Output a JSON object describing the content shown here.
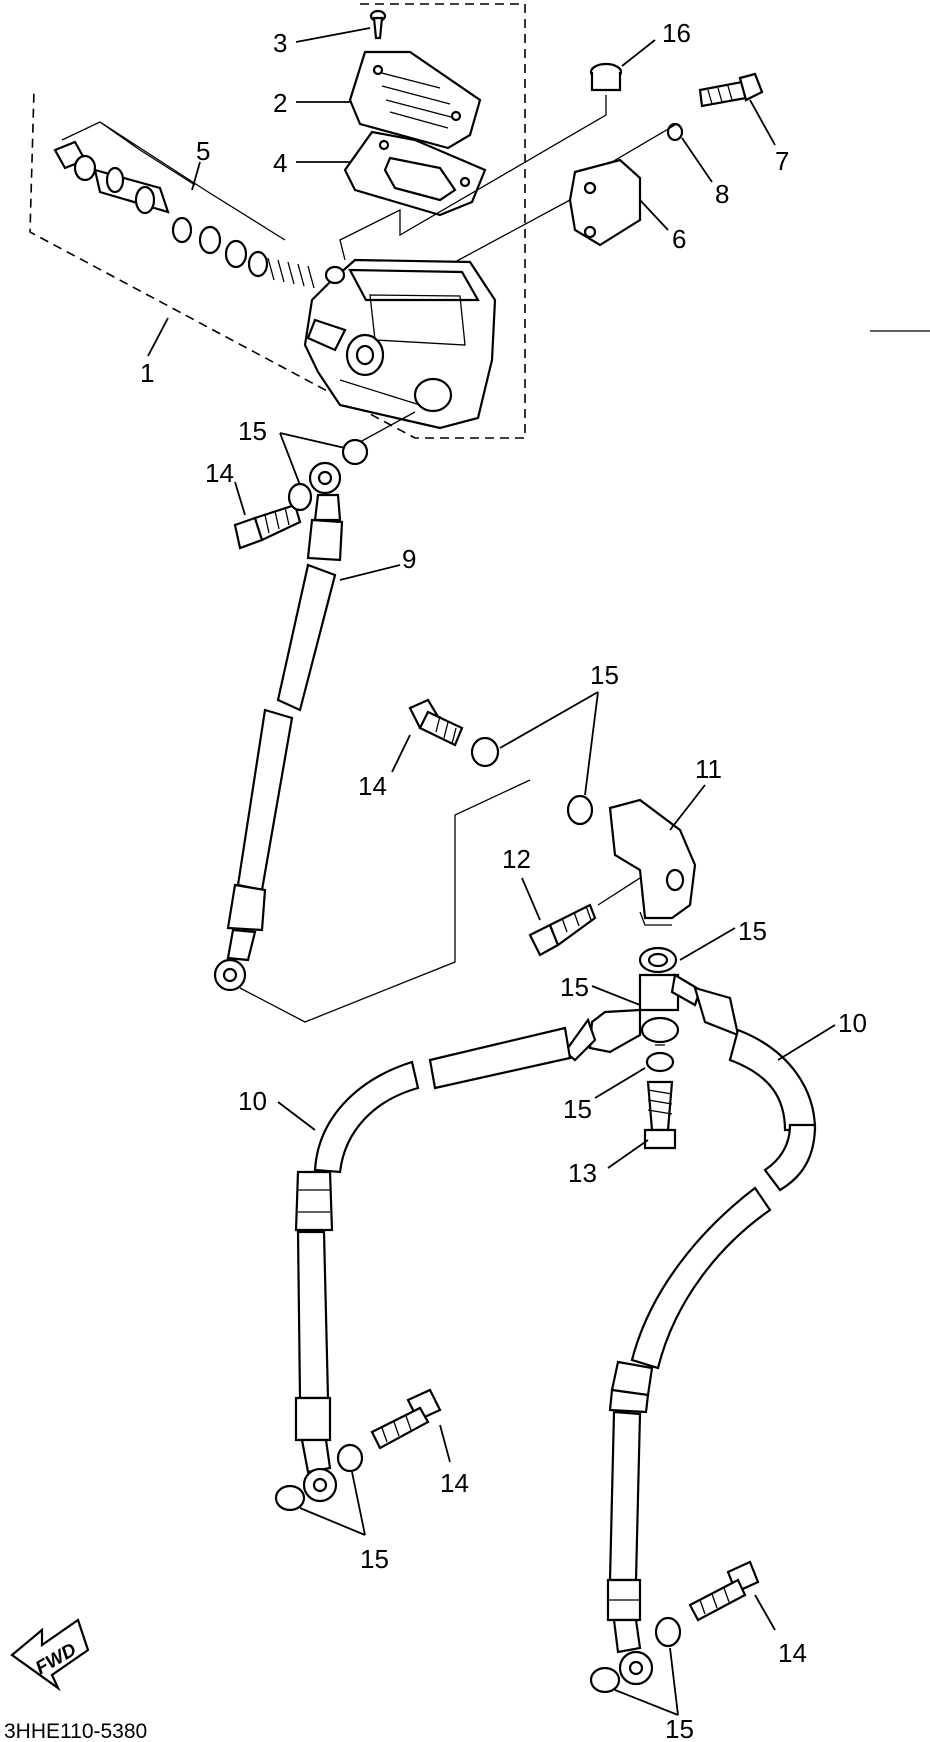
{
  "diagram": {
    "code": "3HHE110-5380",
    "fwd_label": "FWD",
    "callouts": {
      "c1": "1",
      "c2": "2",
      "c3": "3",
      "c4": "4",
      "c5": "5",
      "c6": "6",
      "c7": "7",
      "c8": "8",
      "c9": "9",
      "c10a": "10",
      "c10b": "10",
      "c11": "11",
      "c12": "12",
      "c13": "13",
      "c14a": "14",
      "c14b": "14",
      "c14c": "14",
      "c14d": "14",
      "c15a": "15",
      "c15b": "15",
      "c15c": "15",
      "c15d": "15",
      "c15e": "15",
      "c15f": "15",
      "c15g": "15",
      "c16": "16"
    }
  }
}
